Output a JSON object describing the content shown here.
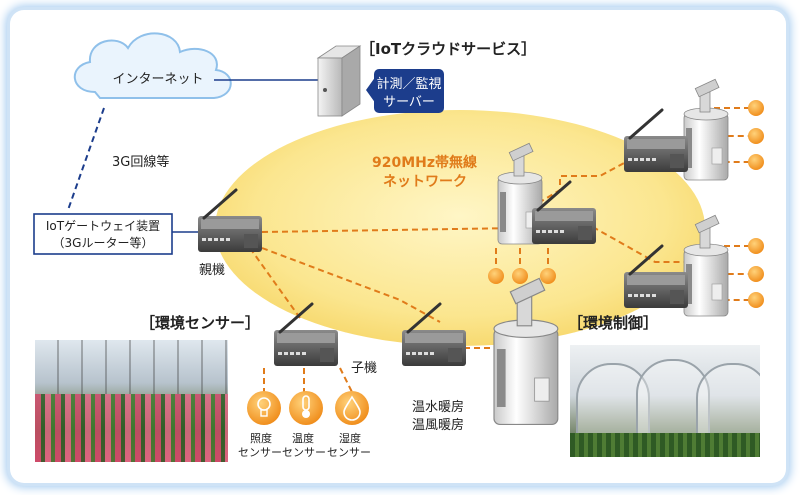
{
  "cloud": {
    "label": "インターネット"
  },
  "iot_cloud_service": {
    "title": "［IoTクラウドサービス］",
    "server_label_1": "計測／監視",
    "server_label_2": "サーバー"
  },
  "link_label": "3G回線等",
  "gateway": {
    "line1": "IoTゲートウェイ装置",
    "line2": "（3Gルーター等）",
    "role": "親機"
  },
  "network": {
    "line1": "920MHz帯無線",
    "line2": "ネットワーク"
  },
  "env_sensors": {
    "title": "［環境センサー］",
    "child_label": "子機",
    "sensors": [
      {
        "name": "照度",
        "sub": "センサー",
        "icon": "light-bulb-icon"
      },
      {
        "name": "温度",
        "sub": "センサー",
        "icon": "thermometer-icon"
      },
      {
        "name": "湿度",
        "sub": "センサー",
        "icon": "water-drop-icon"
      }
    ]
  },
  "env_control": {
    "title": "［環境制御］",
    "heater_line1": "温水暖房",
    "heater_line2": "温風暖房"
  },
  "colors": {
    "accent": "#e07b1a",
    "navy": "#1c3d8c",
    "ellipse": "#fbe58c",
    "frame": "#9cc6ee"
  }
}
